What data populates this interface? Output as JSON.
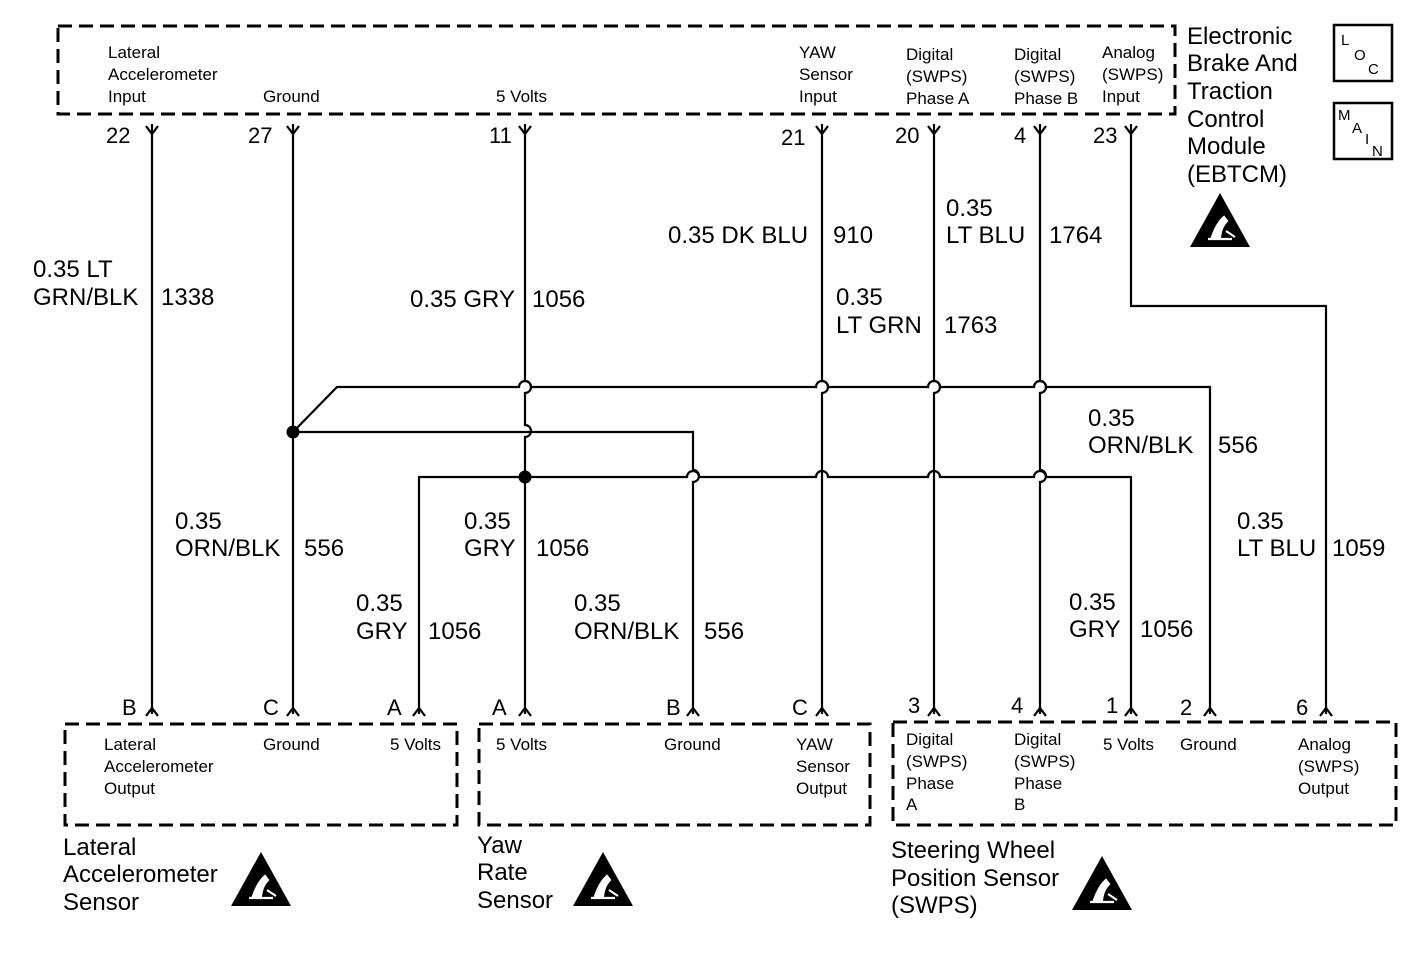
{
  "ebtcm": {
    "title_lines": [
      "Electronic",
      "Brake And",
      "Traction",
      "Control",
      "Module",
      "(EBTCM)"
    ],
    "loc_badge": {
      "l": "L",
      "o": "O",
      "c": "C"
    },
    "main_badge": {
      "m": "M",
      "a": "A",
      "i": "I",
      "n": "N"
    },
    "terminals": [
      {
        "pin": "22",
        "label": [
          "Lateral",
          "Accelerometer",
          "Input"
        ]
      },
      {
        "pin": "27",
        "label": [
          "Ground"
        ]
      },
      {
        "pin": "11",
        "label": [
          "5 Volts"
        ]
      },
      {
        "pin": "21",
        "label": [
          "YAW",
          "Sensor",
          "Input"
        ]
      },
      {
        "pin": "20",
        "label": [
          "Digital",
          "(SWPS)",
          "Phase A"
        ]
      },
      {
        "pin": "4",
        "label": [
          "Digital",
          "(SWPS)",
          "Phase B"
        ]
      },
      {
        "pin": "23",
        "label": [
          "Analog",
          "(SWPS)",
          "Input"
        ]
      }
    ]
  },
  "wires": {
    "lat_signal": [
      "0.35 LT",
      "GRN/BLK",
      "1338"
    ],
    "gry_top": [
      "0.35 GRY",
      "1056"
    ],
    "yaw_signal": [
      "0.35 DK BLU",
      "910"
    ],
    "swps_a": [
      "0.35",
      "LT GRN",
      "1763"
    ],
    "swps_b": [
      "0.35",
      "LT BLU",
      "1764"
    ],
    "gnd_swps": [
      "0.35",
      "ORN/BLK",
      "556"
    ],
    "gnd_lat": [
      "0.35",
      "ORN/BLK",
      "556"
    ],
    "gry_yaw": [
      "0.35",
      "GRY",
      "1056"
    ],
    "gry_lat": [
      "0.35",
      "GRY",
      "1056"
    ],
    "gnd_yaw": [
      "0.35",
      "ORN/BLK",
      "556"
    ],
    "gry_swps": [
      "0.35",
      "GRY",
      "1056"
    ],
    "swps_analog": [
      "0.35",
      "LT BLU",
      "1059"
    ]
  },
  "lateral_sensor": {
    "title_lines": [
      "Lateral",
      "Accelerometer",
      "Sensor"
    ],
    "terminals": [
      {
        "pin": "B",
        "label": [
          "Lateral",
          "Accelerometer",
          "Output"
        ]
      },
      {
        "pin": "C",
        "label": [
          "Ground"
        ]
      },
      {
        "pin": "A",
        "label": [
          "5 Volts"
        ]
      }
    ]
  },
  "yaw_sensor": {
    "title_lines": [
      "Yaw",
      "Rate",
      "Sensor"
    ],
    "terminals": [
      {
        "pin": "A",
        "label": [
          "5 Volts"
        ]
      },
      {
        "pin": "B",
        "label": [
          "Ground"
        ]
      },
      {
        "pin": "C",
        "label": [
          "YAW",
          "Sensor",
          "Output"
        ]
      }
    ]
  },
  "swps_sensor": {
    "title_lines": [
      "Steering Wheel",
      "Position Sensor",
      "(SWPS)"
    ],
    "terminals": [
      {
        "pin": "3",
        "label": [
          "Digital",
          "(SWPS)",
          "Phase",
          "A"
        ]
      },
      {
        "pin": "4",
        "label": [
          "Digital",
          "(SWPS)",
          "Phase",
          "B"
        ]
      },
      {
        "pin": "1",
        "label": [
          "5 Volts"
        ]
      },
      {
        "pin": "2",
        "label": [
          "Ground"
        ]
      },
      {
        "pin": "6",
        "label": [
          "Analog",
          "(SWPS)",
          "Output"
        ]
      }
    ]
  },
  "icons": [
    "esd-sensitive-icon",
    "location-icon",
    "main-icon"
  ]
}
